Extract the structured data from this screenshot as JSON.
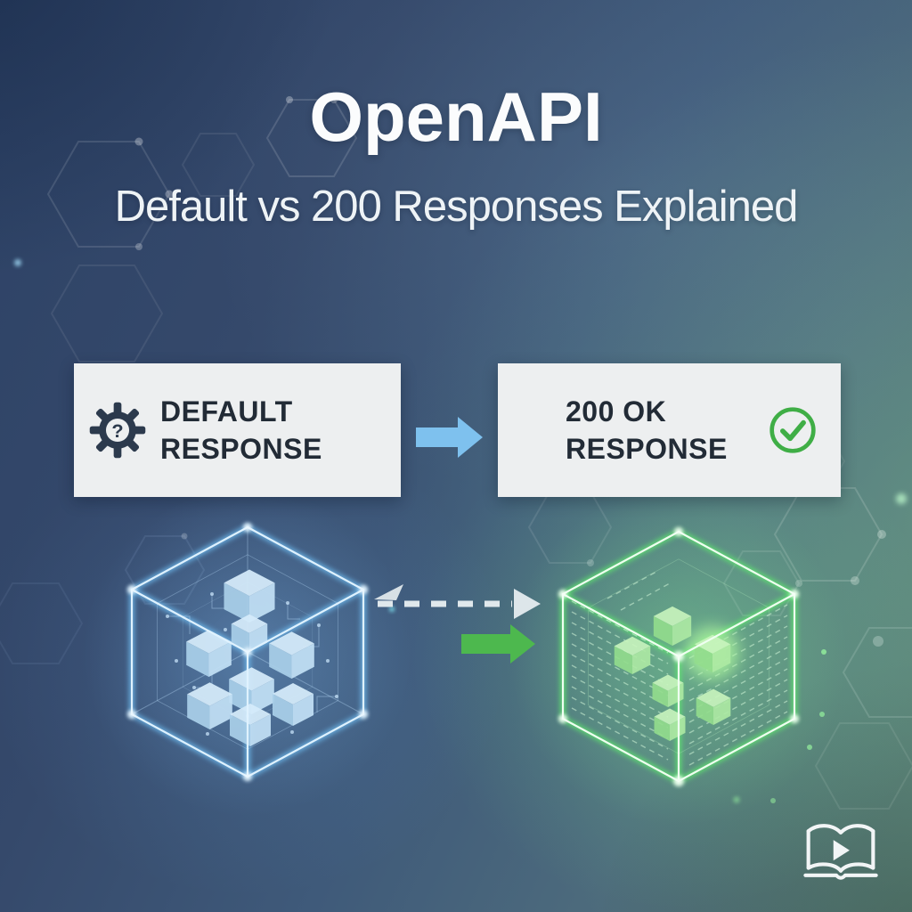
{
  "page": {
    "title": "OpenAPI",
    "subtitle": "Default vs 200 Responses Explained"
  },
  "comparison": {
    "default_card": {
      "line1": "DEFAULT",
      "line2": "RESPONSE",
      "icon": "gear-question-icon",
      "icon_glyph": "?"
    },
    "ok_card": {
      "line1": "200 OK",
      "line2": "RESPONSE",
      "icon": "check-circle-icon"
    },
    "flow_arrow_icon": "blue-right-arrow"
  },
  "illustrations": {
    "left_cube": "blue-wireframe-data-cube",
    "right_cube": "green-wireframe-data-cube",
    "mapping_arrow": "dashed-right-arrow",
    "transform_arrow": "green-right-arrow",
    "background_pattern": "hexagon-mesh",
    "footer_logo": "open-book-play-icon"
  },
  "colors": {
    "accent_blue": "#7ec1ee",
    "accent_green": "#4db84e",
    "check_green": "#3fae46",
    "card_bg": "#edeff0",
    "card_text": "#222b36",
    "cube_blue_glow": "#6fbdf2",
    "cube_green_glow": "#5fe56f",
    "bg_navy": "#2d4266",
    "bg_teal": "#577871"
  }
}
